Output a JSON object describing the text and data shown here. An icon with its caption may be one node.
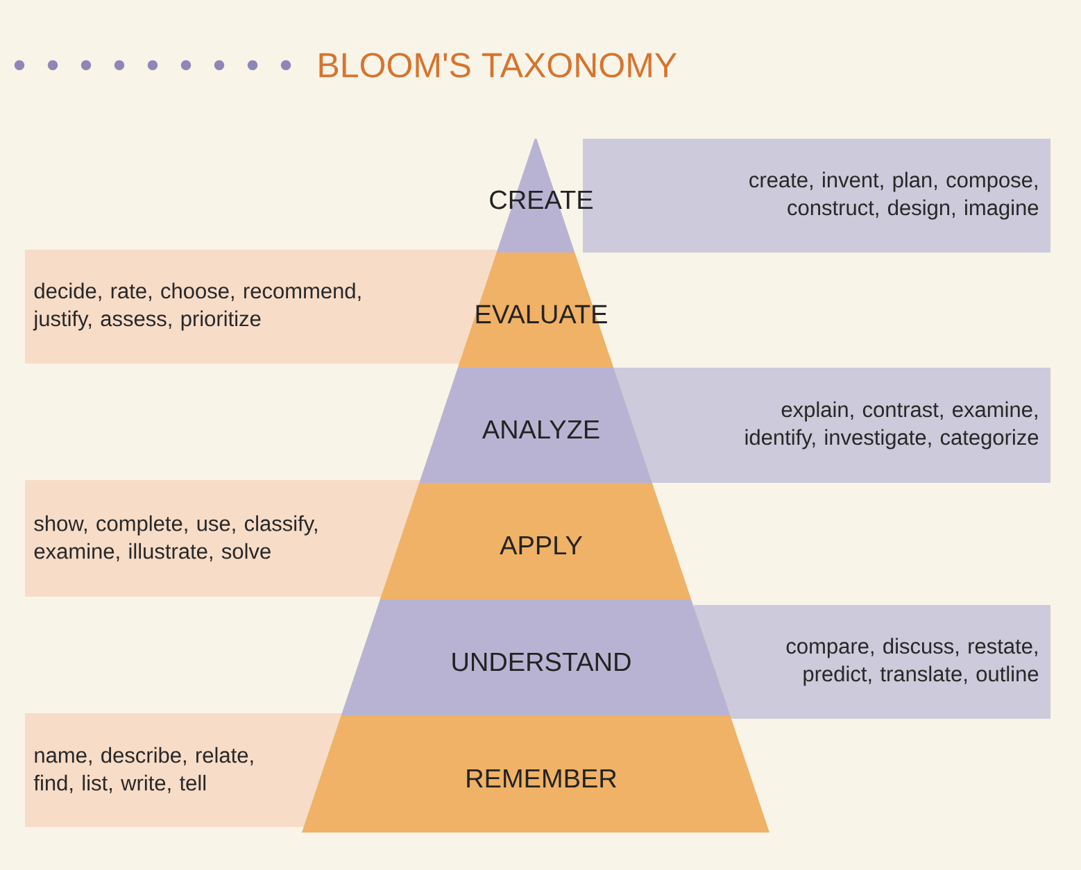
{
  "diagram": {
    "title": "BLOOM'S TAXONOMY",
    "nodes": [
      {
        "text": [
          "create, invent, plan, compose, construct, design, imagine"
        ]
      },
      {
        "text": [
          "CREATE"
        ]
      },
      {
        "text": [
          "decide, rate, choose, recommend, justify, assess, prioritize"
        ]
      },
      {
        "text": [
          "EVALUATE"
        ]
      },
      {
        "text": [
          "explain, contrast, examine, identify, investigate, categorize"
        ]
      },
      {
        "text": [
          "ANALYZE"
        ]
      },
      {
        "text": [
          "show, complete, use, classify, examine, illustrate, solve"
        ]
      },
      {
        "text": [
          "APPLY"
        ]
      },
      {
        "text": [
          "compare, discuss, restate, predict, translate, outline"
        ]
      },
      {
        "text": [
          "UNDERSTAND"
        ]
      },
      {
        "text": [
          "name, describe, relate, find, list, write, tell"
        ]
      },
      {
        "text": [
          "REMEMBER"
        ]
      }
    ]
  }
}
